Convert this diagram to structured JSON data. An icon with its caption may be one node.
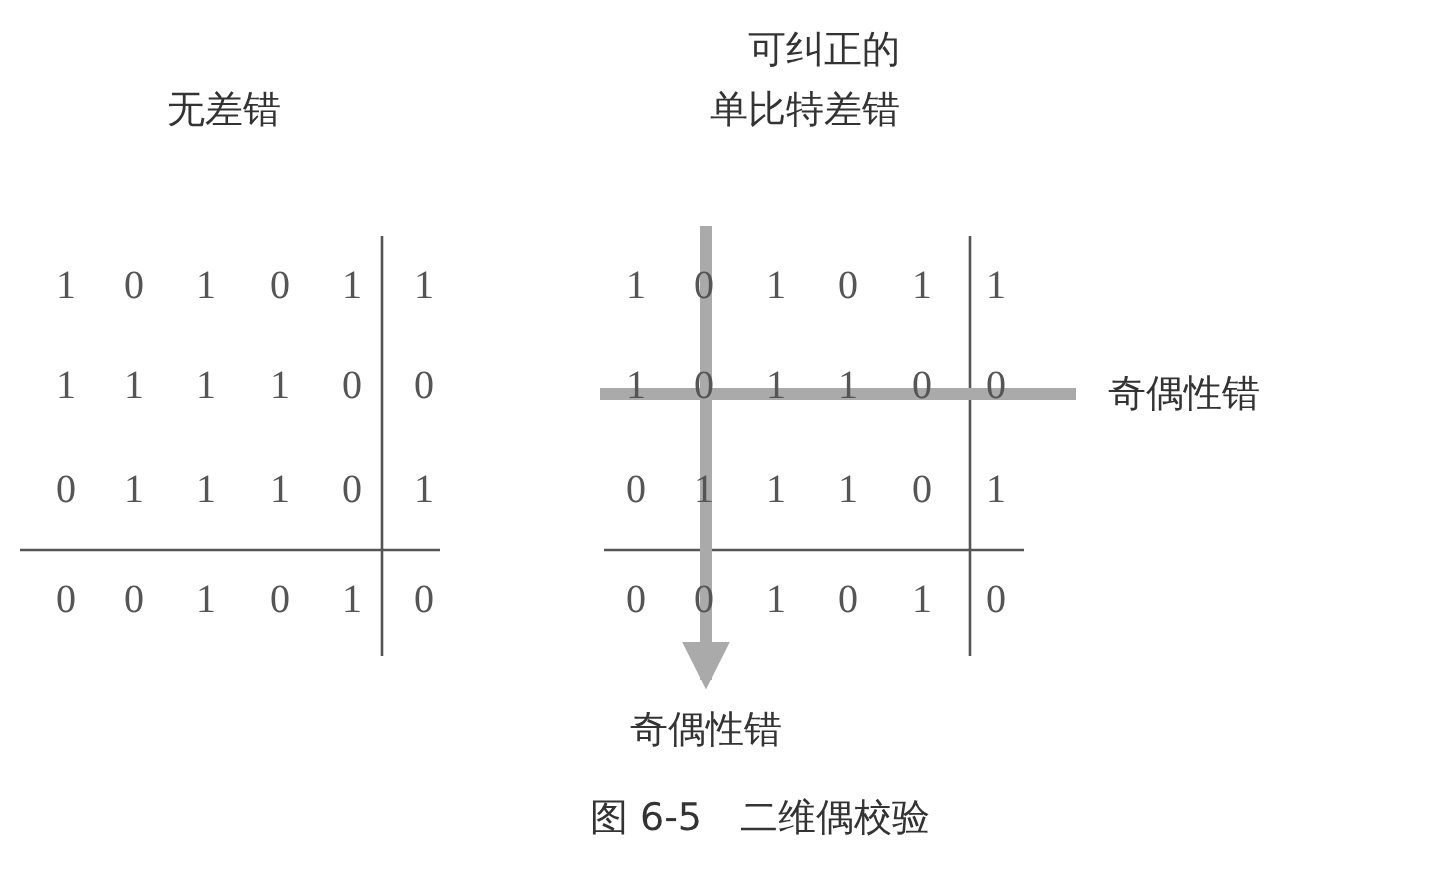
{
  "diagram": {
    "caption": "图 6-5　二维偶校验",
    "nodes": [
      {
        "text": [
          "奇偶性错"
        ]
      },
      {
        "text": [
          "奇偶性错"
        ]
      }
    ],
    "edges": [
      {
        "from": null,
        "to": 0,
        "arrow": "none"
      },
      {
        "from": null,
        "to": 1,
        "arrow": "to"
      }
    ],
    "labels": [
      "无差错",
      "可纠正的单比特差错",
      "1",
      "0",
      "1",
      "0",
      "1",
      "1",
      "1",
      "1",
      "1",
      "1",
      "0",
      "0",
      "0",
      "1",
      "1",
      "1",
      "0",
      "1",
      "0",
      "0",
      "1",
      "0",
      "1",
      "0",
      "1",
      "0",
      "1",
      "0",
      "1",
      "1",
      "1",
      "0",
      "1",
      "1",
      "0",
      "0",
      "0",
      "1",
      "1",
      "1",
      "0",
      "1",
      "0",
      "0",
      "1",
      "0",
      "1",
      "0"
    ]
  }
}
